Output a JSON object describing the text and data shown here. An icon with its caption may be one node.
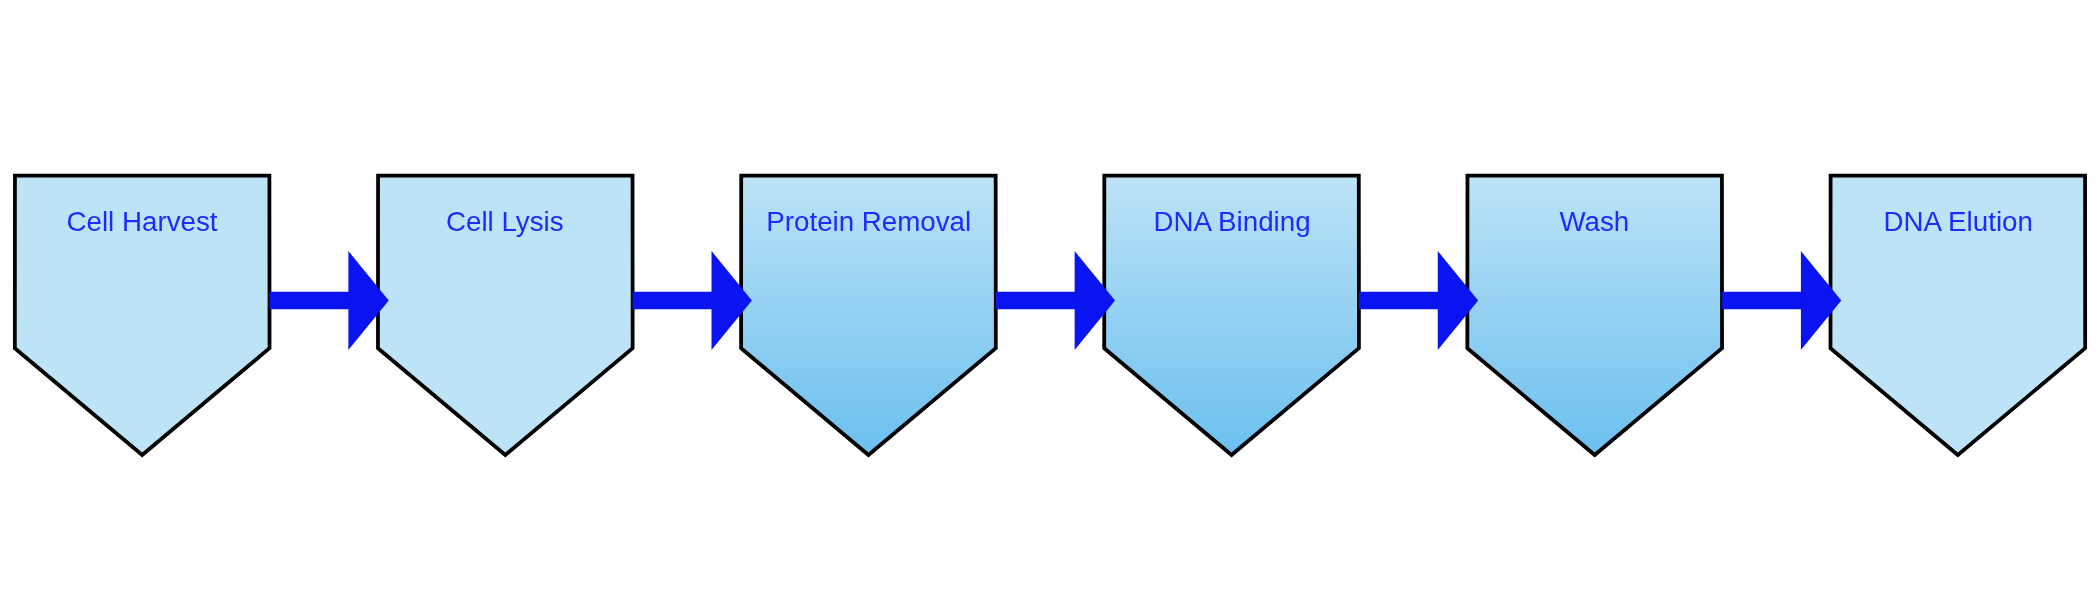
{
  "diagram": {
    "nodes": [
      {
        "text": [
          "Cell Harvest"
        ]
      },
      {
        "text": [
          "Cell Lysis"
        ]
      },
      {
        "text": [
          "Protein Removal"
        ]
      },
      {
        "text": [
          "DNA Binding"
        ]
      },
      {
        "text": [
          "Wash"
        ]
      },
      {
        "text": [
          "DNA Elution"
        ]
      }
    ],
    "edges": [
      {
        "from": 0,
        "to": 1,
        "arrow": "to"
      },
      {
        "from": 1,
        "to": 2,
        "arrow": "to"
      },
      {
        "from": 2,
        "to": 3,
        "arrow": "to"
      },
      {
        "from": 3,
        "to": 4,
        "arrow": "to"
      },
      {
        "from": 4,
        "to": 5,
        "arrow": "to"
      }
    ]
  }
}
